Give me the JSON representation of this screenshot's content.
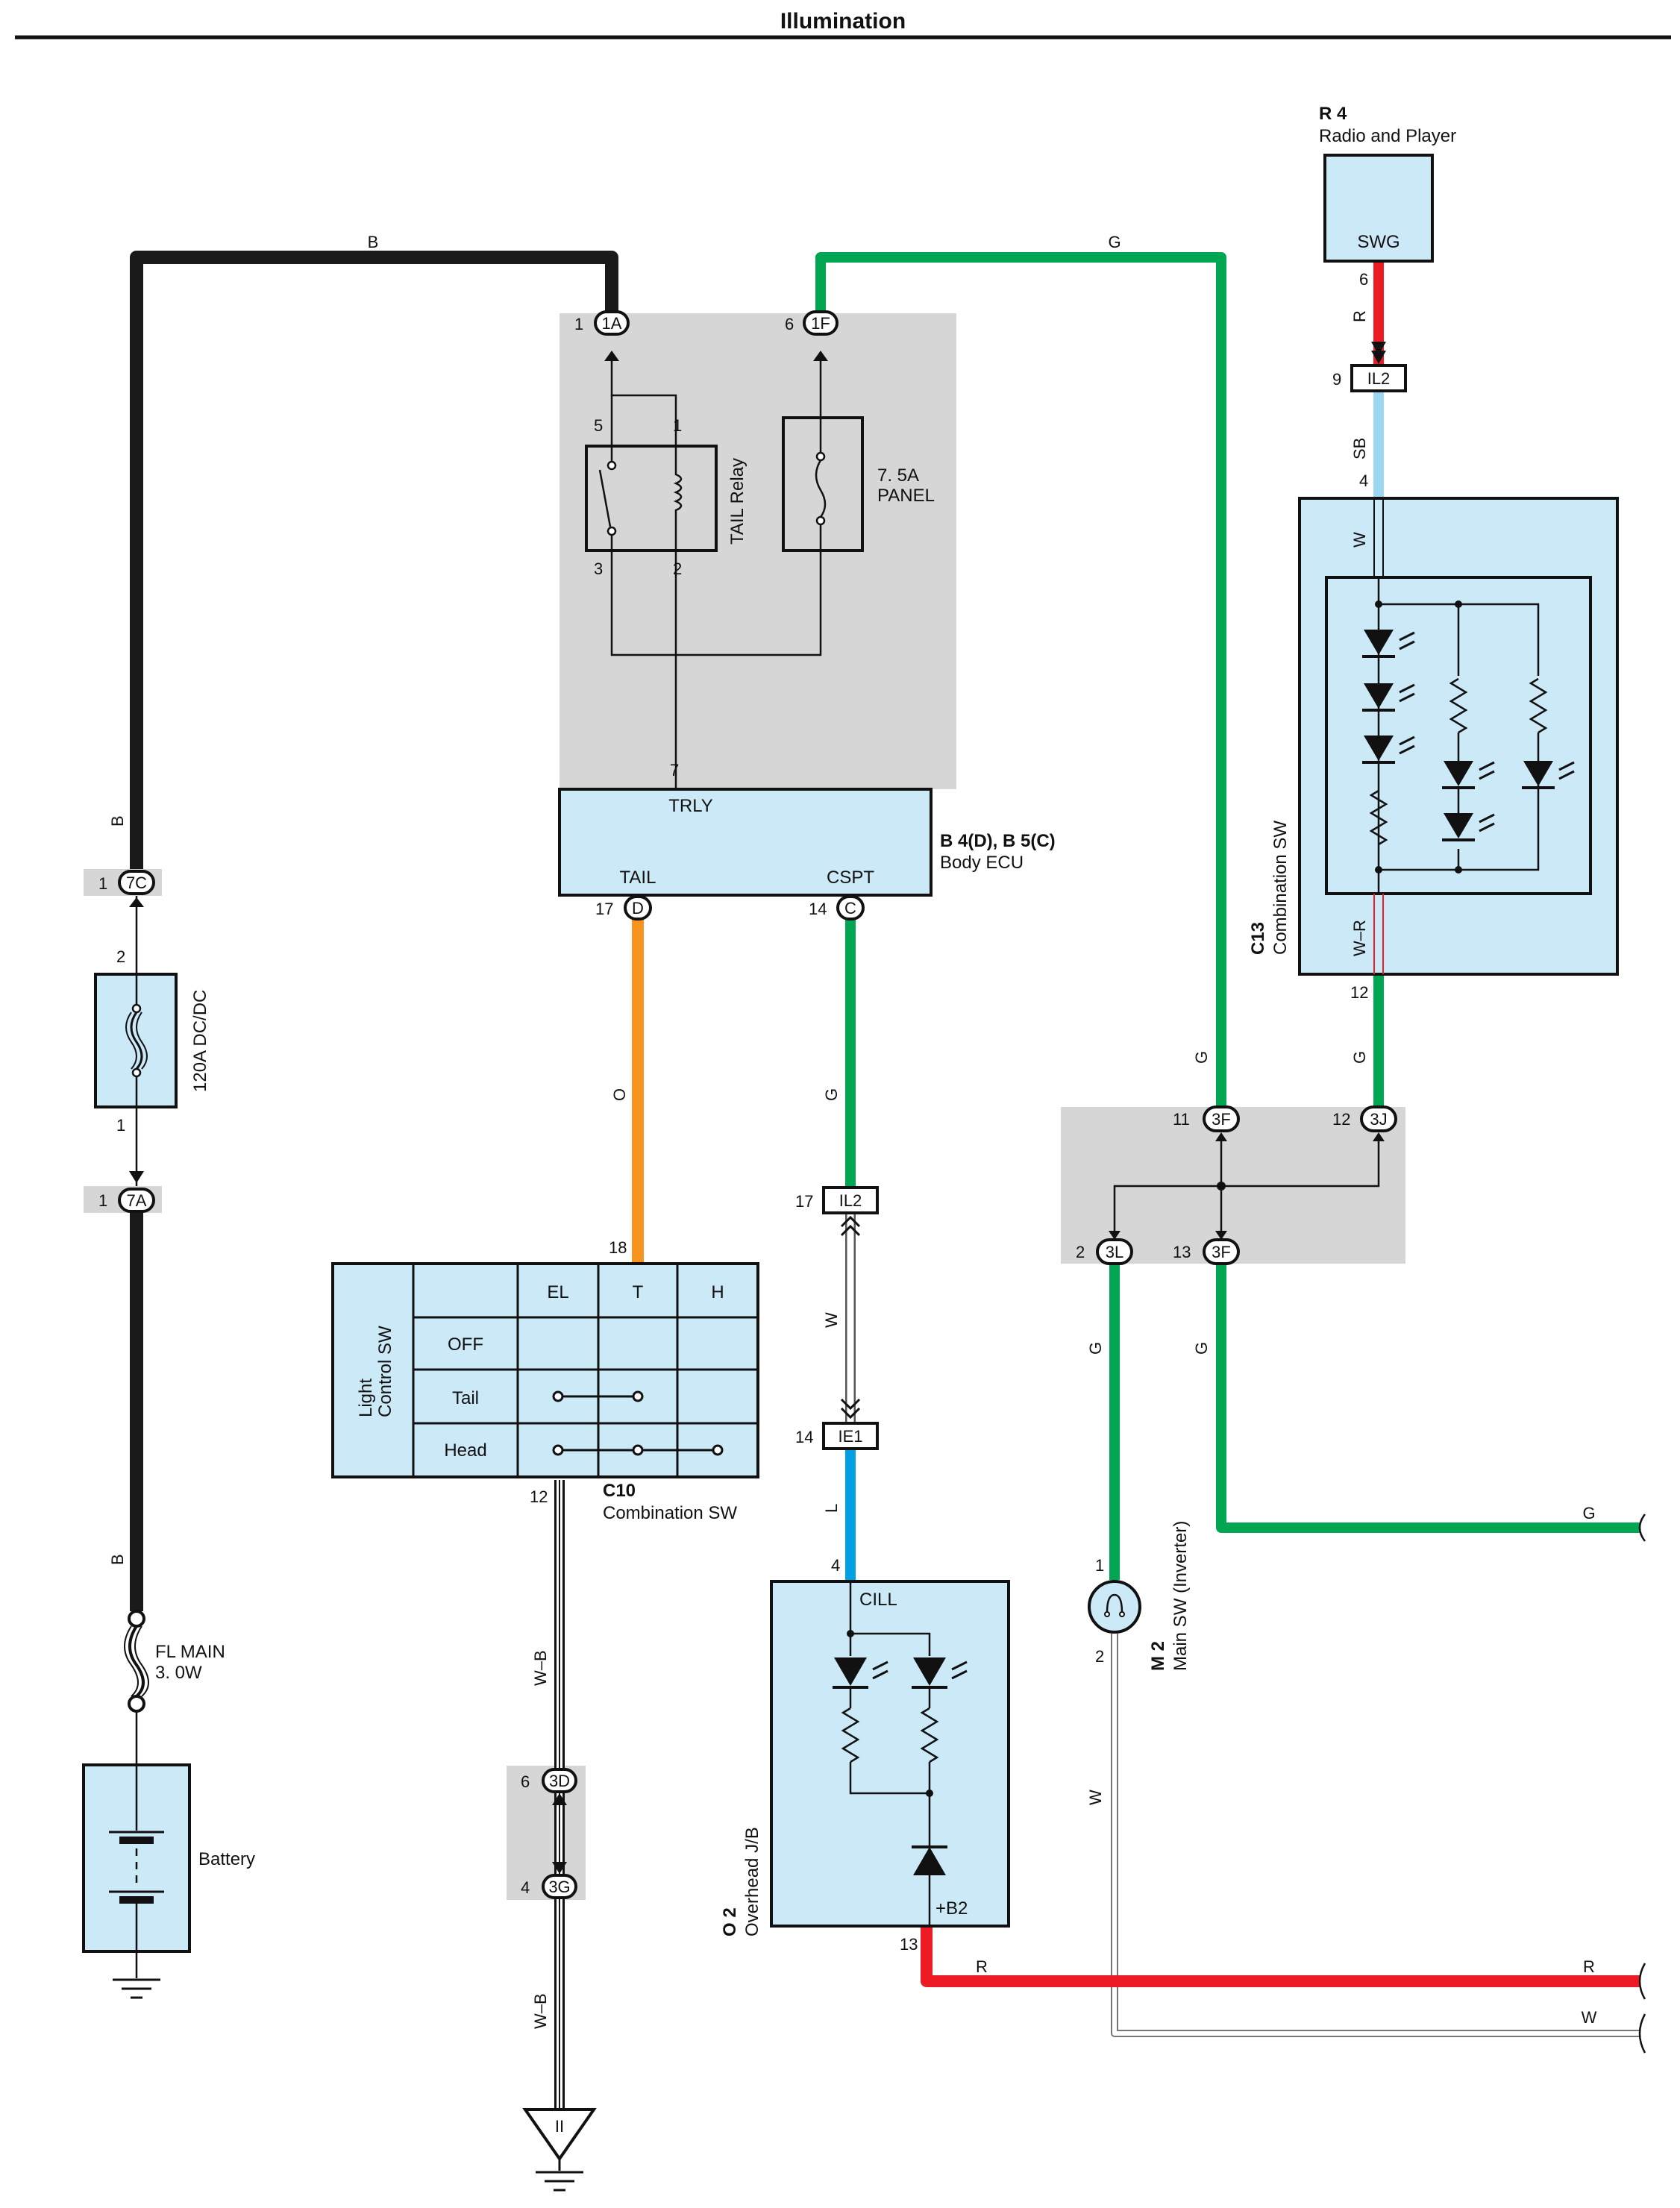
{
  "title": "Illumination",
  "colors": {
    "black": "#1a1a1a",
    "green": "#00a651",
    "orange": "#f7941d",
    "red": "#ed1c24",
    "lightblue": "#9bd6f2",
    "blue": "#00a0e3",
    "white": "#ffffff",
    "component_fill": "#cce9f8",
    "jb_fill": "#d6d6d6"
  },
  "wire_labels": {
    "b_top": "B",
    "g_top": "G",
    "r_r4": "R",
    "sb": "SB",
    "w_c13_top": "W",
    "wr_c13": "W–R",
    "g_c13_12": "G",
    "g_3f_11": "G",
    "b_7c": "B",
    "o_tail": "O",
    "g_cspt": "G",
    "w_il2_ie1": "W",
    "l_ie1": "L",
    "wb_c10": "W–B",
    "wb_ground": "W–B",
    "b_fl": "B",
    "g_3l": "G",
    "g_3f_13": "G",
    "g_right": "G",
    "w_m2": "W",
    "r_o2": "R",
    "r_right": "R",
    "w_right": "W"
  },
  "connectors": {
    "c_1a": "1A",
    "c_1f": "1F",
    "c_7c": "7C",
    "c_7a": "7A",
    "c_d": "D",
    "c_c": "C",
    "c_il2_top": "IL2",
    "c_il2": "IL2",
    "c_ie1": "IE1",
    "c_3f_11": "3F",
    "c_3j": "3J",
    "c_3l": "3L",
    "c_3f_13": "3F",
    "c_3d": "3D",
    "c_3g": "3G"
  },
  "pins": {
    "p_1a": "1",
    "p_1f": "6",
    "p_relay5": "5",
    "p_relay1": "1",
    "p_relay3": "3",
    "p_relay2": "2",
    "p_trly": "7",
    "p_7c": "1",
    "p_fuse120_2": "2",
    "p_fuse120_1": "1",
    "p_7a": "1",
    "p_d": "17",
    "p_c": "14",
    "p_c10_18": "18",
    "p_c10_12": "12",
    "p_il2": "17",
    "p_ie1": "14",
    "p_o2_4": "4",
    "p_o2_13": "13",
    "p_r4_6": "6",
    "p_il2_top": "9",
    "p_c13_4": "4",
    "p_c13_12": "12",
    "p_3f_11": "11",
    "p_3j": "12",
    "p_3l": "2",
    "p_3f_13": "13",
    "p_m2_1": "1",
    "p_m2_2": "2",
    "p_3d": "6",
    "p_3g": "4"
  },
  "components": {
    "r4_code": "R 4",
    "r4_name": "Radio and Player",
    "r4_terminal": "SWG",
    "relay_name": "TAIL Relay",
    "fuse_panel_rating": "7. 5A",
    "fuse_panel_name": "PANEL",
    "ecu_terminal_trly": "TRLY",
    "ecu_terminal_tail": "TAIL",
    "ecu_terminal_cspt": "CSPT",
    "ecu_code": "B 4(D), B 5(C)",
    "ecu_name": "Body ECU",
    "fuse120": "120A DC/DC",
    "c10_code": "C10",
    "c10_name": "Combination SW",
    "light_ctrl_1": "Light",
    "light_ctrl_2": "Control SW",
    "c13_code": "C13",
    "c13_name": "Combination SW",
    "o2_code": "O 2",
    "o2_name": "Overhead J/B",
    "o2_cill": "CILL",
    "o2_b2": "+B2",
    "m2_code": "M 2",
    "m2_name": "Main SW (Inverter)",
    "fl_main_1": "FL MAIN",
    "fl_main_2": "3. 0W",
    "battery": "Battery",
    "ground_mark": "II"
  },
  "switch_table": {
    "columns": [
      "EL",
      "T",
      "H"
    ],
    "rows": [
      "OFF",
      "Tail",
      "Head"
    ]
  }
}
